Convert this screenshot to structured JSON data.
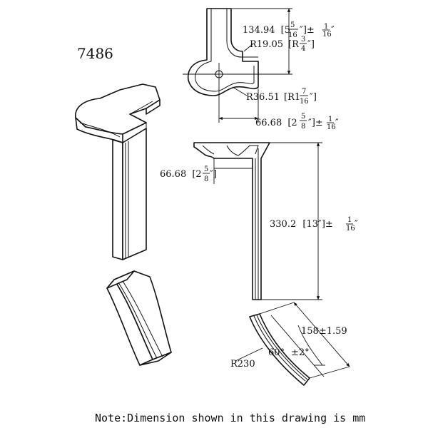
{
  "part_number": "7486",
  "top_view": {
    "width_dim": "134.94",
    "width_in_whole": "[5",
    "width_in_num": "5",
    "width_in_den": "16",
    "width_in_close": "″]±",
    "width_tol_num": "1",
    "width_tol_den": "16",
    "width_tol_unit": "″",
    "radius_small": "R19.05",
    "radius_small_in_open": "[R",
    "radius_small_in_num": "3",
    "radius_small_in_den": "4",
    "radius_small_in_close": "″]",
    "radius_large": "R36.51",
    "radius_large_in_open": "[R1",
    "radius_large_in_num": "7",
    "radius_large_in_den": "16",
    "radius_large_in_close": "″]",
    "depth_dim": "66.68",
    "depth_in_open": "[2",
    "depth_in_num": "5",
    "depth_in_den": "8",
    "depth_in_close": "″]±",
    "depth_tol_num": "1",
    "depth_tol_den": "16",
    "depth_tol_unit": "″"
  },
  "side_view": {
    "width_dim": "66.68",
    "width_in_open": "[2",
    "width_in_num": "5",
    "width_in_den": "8",
    "width_in_close": "″]",
    "height_dim": "330.2",
    "height_in": "[13″]±",
    "height_tol_num": "1",
    "height_tol_den": "16",
    "height_tol_unit": "″"
  },
  "arc_view": {
    "chord_dim": "158±1.59",
    "angle": "60°",
    "angle_tol": "±2°",
    "radius": "R230"
  },
  "note": "Note:Dimension shown in this drawing is mm"
}
